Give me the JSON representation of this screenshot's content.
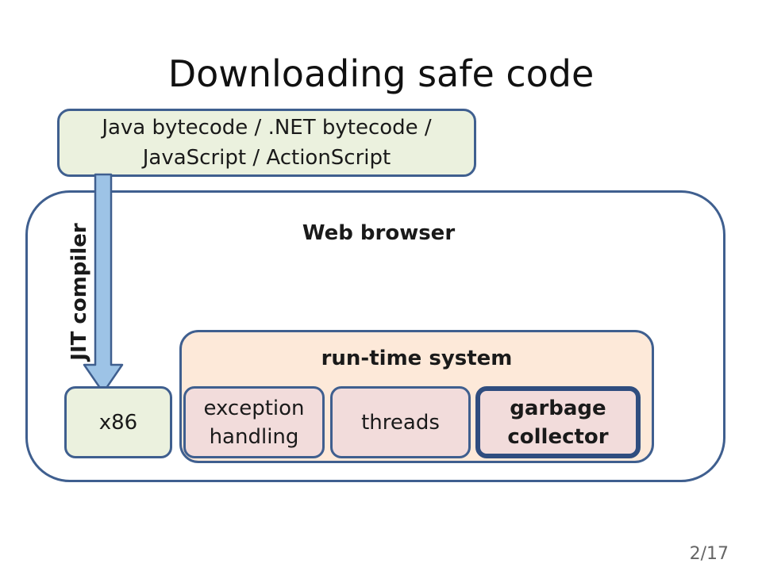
{
  "slide": {
    "title": "Downloading safe code",
    "page_number": "2/17"
  },
  "source": {
    "line1": "Java bytecode / .NET bytecode /",
    "line2": "JavaScript / ActionScript"
  },
  "browser": {
    "label": "Web browser"
  },
  "jit": {
    "label": "JIT compiler"
  },
  "x86": {
    "label": "x86"
  },
  "runtime": {
    "label": "run-time system",
    "components": [
      {
        "line1": "exception",
        "line2": "handling"
      },
      {
        "line1": "threads"
      },
      {
        "line1": "garbage",
        "line2": "collector"
      }
    ]
  },
  "colors": {
    "border": "#3f5f8f",
    "source_fill": "#ebf1de",
    "runtime_fill": "#fde9d9",
    "component_fill": "#f2dcdb",
    "arrow_fill": "#9dc3e6"
  }
}
